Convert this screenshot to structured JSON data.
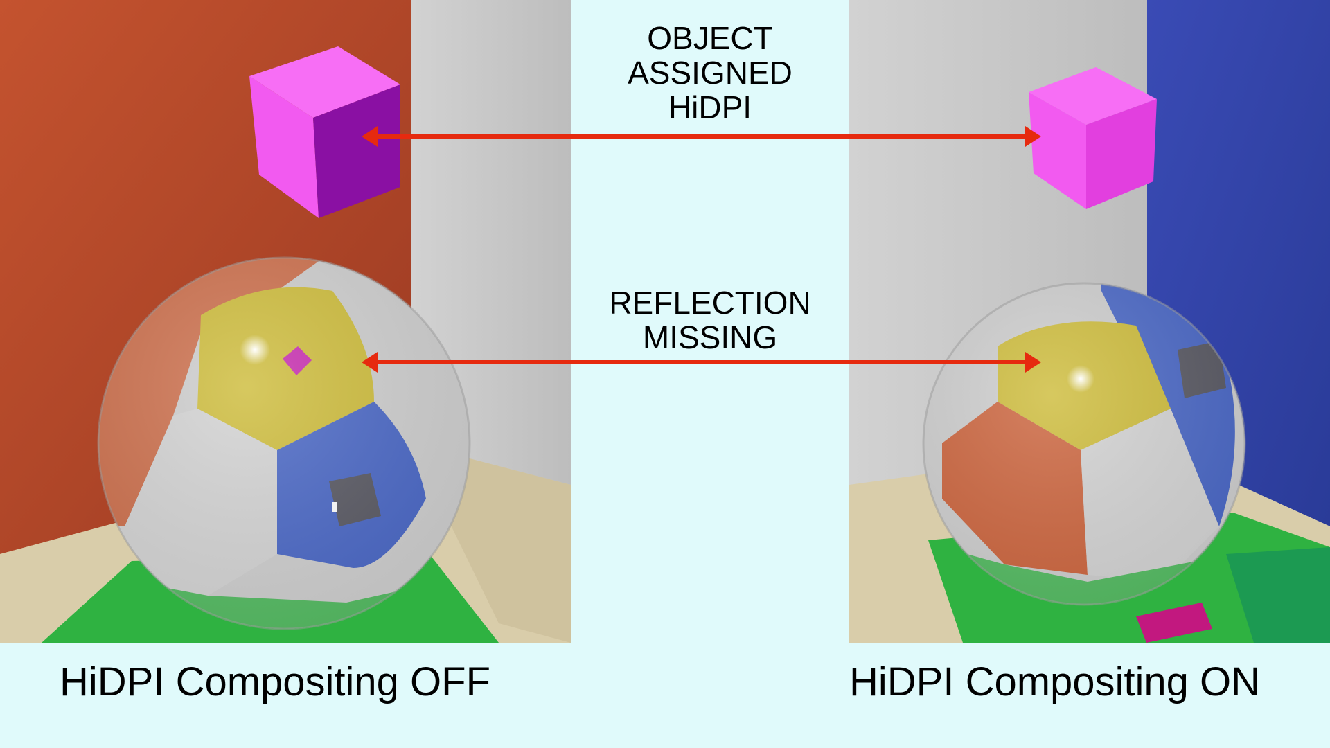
{
  "annotations": {
    "object_assigned": [
      "OBJECT",
      "ASSIGNED",
      "HiDPI"
    ],
    "reflection_missing": [
      "REFLECTION",
      "MISSING"
    ]
  },
  "captions": {
    "left": "HiDPI Compositing OFF",
    "right": "HiDPI Compositing ON"
  },
  "colors": {
    "background": "#e0fafb",
    "arrow": "#e62a0f",
    "left_wall": "#b5462a",
    "right_wall": "#2e41a6",
    "back_wall": "#c9c9c9",
    "floor": "#d6cba9",
    "green_block": "#2fb241",
    "cube_face": "#f25af0",
    "cube_side_dark": "#8a10a3",
    "sphere_yellow": "#c9b62a",
    "sphere_blue": "#3a5ac0",
    "sphere_orange": "#c8582e",
    "sphere_grey": "#cfcfcf"
  }
}
